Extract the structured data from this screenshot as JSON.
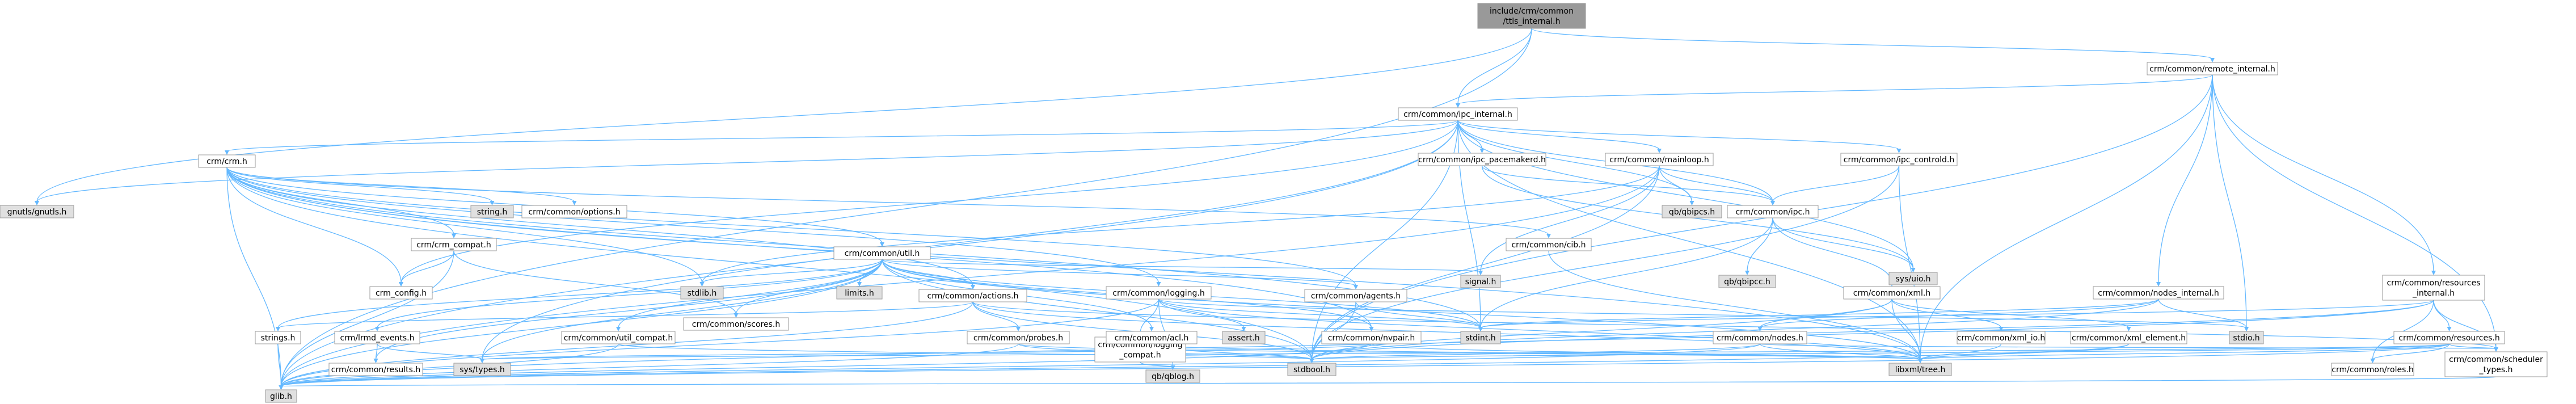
{
  "colors": {
    "background": "#ffffff",
    "edge": "#63b8ff",
    "node_fill": "#ffffff",
    "node_fill_system": "#e0e0e0",
    "node_fill_focus": "#999999",
    "node_border": "#999999",
    "node_border_incomplete": "#ff0000",
    "text": "#000000"
  },
  "nodes": [
    {
      "id": "root",
      "lines": [
        "include/crm/common",
        "/ttls_internal.h"
      ],
      "style": "focus"
    },
    {
      "id": "ipc_internal",
      "lines": [
        "crm/common/ipc_internal.h"
      ],
      "style": "normal"
    },
    {
      "id": "remote_internal",
      "lines": [
        "crm/common/remote_internal.h"
      ],
      "style": "normal"
    },
    {
      "id": "gnutls",
      "lines": [
        "gnutls/gnutls.h"
      ],
      "style": "system"
    },
    {
      "id": "crm_h",
      "lines": [
        "crm/crm.h"
      ],
      "style": "normal"
    },
    {
      "id": "ipc_pacemakerd",
      "lines": [
        "crm/common/ipc_pacemakerd.h"
      ],
      "style": "normal"
    },
    {
      "id": "mainloop",
      "lines": [
        "crm/common/mainloop.h"
      ],
      "style": "normal"
    },
    {
      "id": "ipc_controld",
      "lines": [
        "crm/common/ipc_controld.h"
      ],
      "style": "normal"
    },
    {
      "id": "qbipcs",
      "lines": [
        "qb/qbipcs.h"
      ],
      "style": "system"
    },
    {
      "id": "ipc_h",
      "lines": [
        "crm/common/ipc.h"
      ],
      "style": "normal"
    },
    {
      "id": "string_h",
      "lines": [
        "string.h"
      ],
      "style": "system"
    },
    {
      "id": "options",
      "lines": [
        "crm/common/options.h"
      ],
      "style": "normal"
    },
    {
      "id": "crm_compat",
      "lines": [
        "crm/crm_compat.h"
      ],
      "style": "normal"
    },
    {
      "id": "cib",
      "lines": [
        "crm/common/cib.h"
      ],
      "style": "normal"
    },
    {
      "id": "util_h",
      "lines": [
        "crm/common/util.h"
      ],
      "style": "normal"
    },
    {
      "id": "crm_config",
      "lines": [
        "crm_config.h"
      ],
      "style": "normal"
    },
    {
      "id": "stdlib",
      "lines": [
        "stdlib.h"
      ],
      "style": "system"
    },
    {
      "id": "scores",
      "lines": [
        "crm/common/scores.h"
      ],
      "style": "incomplete"
    },
    {
      "id": "limits",
      "lines": [
        "limits.h"
      ],
      "style": "system"
    },
    {
      "id": "actions",
      "lines": [
        "crm/common/actions.h"
      ],
      "style": "normal"
    },
    {
      "id": "logging",
      "lines": [
        "crm/common/logging.h"
      ],
      "style": "normal"
    },
    {
      "id": "agents",
      "lines": [
        "crm/common/agents.h"
      ],
      "style": "normal"
    },
    {
      "id": "signal",
      "lines": [
        "signal.h"
      ],
      "style": "system"
    },
    {
      "id": "qbipcc",
      "lines": [
        "qb/qbipcc.h"
      ],
      "style": "system"
    },
    {
      "id": "sysuio",
      "lines": [
        "sys/uio.h"
      ],
      "style": "system"
    },
    {
      "id": "xml_h",
      "lines": [
        "crm/common/xml.h"
      ],
      "style": "incomplete"
    },
    {
      "id": "nodes_internal",
      "lines": [
        "crm/common/nodes_internal.h"
      ],
      "style": "normal"
    },
    {
      "id": "resources_internal",
      "lines": [
        "crm/common/resources",
        "_internal.h"
      ],
      "style": "normal"
    },
    {
      "id": "strings_h",
      "lines": [
        "strings.h"
      ],
      "style": "normal"
    },
    {
      "id": "lrmd_events",
      "lines": [
        "crm/lrmd_events.h"
      ],
      "style": "normal"
    },
    {
      "id": "util_compat",
      "lines": [
        "crm/common/util_compat.h"
      ],
      "style": "normal"
    },
    {
      "id": "probes",
      "lines": [
        "crm/common/probes.h"
      ],
      "style": "normal"
    },
    {
      "id": "logging_compat",
      "lines": [
        "crm/common/logging",
        "_compat.h"
      ],
      "style": "normal"
    },
    {
      "id": "acl",
      "lines": [
        "crm/common/acl.h"
      ],
      "style": "normal"
    },
    {
      "id": "assert",
      "lines": [
        "assert.h"
      ],
      "style": "system"
    },
    {
      "id": "nvpair",
      "lines": [
        "crm/common/nvpair.h"
      ],
      "style": "incomplete"
    },
    {
      "id": "stdint",
      "lines": [
        "stdint.h"
      ],
      "style": "system"
    },
    {
      "id": "nodes_h",
      "lines": [
        "crm/common/nodes.h"
      ],
      "style": "normal"
    },
    {
      "id": "xml_io",
      "lines": [
        "crm/common/xml_io.h"
      ],
      "style": "normal"
    },
    {
      "id": "xml_element",
      "lines": [
        "crm/common/xml_element.h"
      ],
      "style": "incomplete"
    },
    {
      "id": "stdio",
      "lines": [
        "stdio.h"
      ],
      "style": "system"
    },
    {
      "id": "resources_h",
      "lines": [
        "crm/common/resources.h"
      ],
      "style": "normal"
    },
    {
      "id": "results",
      "lines": [
        "crm/common/results.h"
      ],
      "style": "incomplete"
    },
    {
      "id": "systypes",
      "lines": [
        "sys/types.h"
      ],
      "style": "system"
    },
    {
      "id": "qblog",
      "lines": [
        "qb/qblog.h"
      ],
      "style": "system"
    },
    {
      "id": "stdbool",
      "lines": [
        "stdbool.h"
      ],
      "style": "system"
    },
    {
      "id": "libxml_tree",
      "lines": [
        "libxml/tree.h"
      ],
      "style": "system"
    },
    {
      "id": "roles",
      "lines": [
        "crm/common/roles.h"
      ],
      "style": "normal"
    },
    {
      "id": "scheduler_types",
      "lines": [
        "crm/common/scheduler",
        "_types.h"
      ],
      "style": "normal"
    },
    {
      "id": "glib",
      "lines": [
        "glib.h"
      ],
      "style": "system"
    }
  ],
  "edges": [
    [
      "root",
      "ipc_internal"
    ],
    [
      "root",
      "remote_internal"
    ],
    [
      "root",
      "gnutls"
    ],
    [
      "root",
      "glib"
    ],
    [
      "ipc_internal",
      "crm_h"
    ],
    [
      "ipc_internal",
      "ipc_pacemakerd"
    ],
    [
      "ipc_internal",
      "mainloop"
    ],
    [
      "ipc_internal",
      "ipc_controld"
    ],
    [
      "ipc_internal",
      "qbipcs"
    ],
    [
      "ipc_internal",
      "ipc_h"
    ],
    [
      "ipc_internal",
      "sysuio"
    ],
    [
      "ipc_internal",
      "stdint"
    ],
    [
      "ipc_internal",
      "systypes"
    ],
    [
      "ipc_internal",
      "glib"
    ],
    [
      "ipc_internal",
      "crm_config"
    ],
    [
      "ipc_internal",
      "libxml_tree"
    ],
    [
      "ipc_internal",
      "stdbool"
    ],
    [
      "ipc_internal",
      "gnutls"
    ],
    [
      "remote_internal",
      "ipc_internal"
    ],
    [
      "remote_internal",
      "nodes_internal"
    ],
    [
      "remote_internal",
      "resources_internal"
    ],
    [
      "remote_internal",
      "stdio"
    ],
    [
      "remote_internal",
      "libxml_tree"
    ],
    [
      "remote_internal",
      "scheduler_types"
    ],
    [
      "remote_internal",
      "stdbool"
    ],
    [
      "crm_h",
      "crm_config"
    ],
    [
      "crm_h",
      "stdlib"
    ],
    [
      "crm_h",
      "glib"
    ],
    [
      "crm_h",
      "stdbool"
    ],
    [
      "crm_h",
      "string_h"
    ],
    [
      "crm_h",
      "libxml_tree"
    ],
    [
      "crm_h",
      "options"
    ],
    [
      "crm_h",
      "util_h"
    ],
    [
      "crm_h",
      "crm_compat"
    ],
    [
      "crm_h",
      "cib"
    ],
    [
      "crm_h",
      "logging"
    ],
    [
      "crm_h",
      "actions"
    ],
    [
      "crm_h",
      "agents"
    ],
    [
      "crm_h",
      "nvpair"
    ],
    [
      "crm_h",
      "stdint"
    ],
    [
      "crm_compat",
      "crm_config"
    ],
    [
      "crm_compat",
      "glib"
    ],
    [
      "crm_compat",
      "scores"
    ],
    [
      "util_h",
      "systypes"
    ],
    [
      "util_h",
      "stdlib"
    ],
    [
      "util_h",
      "stdbool"
    ],
    [
      "util_h",
      "stdint"
    ],
    [
      "util_h",
      "limits"
    ],
    [
      "util_h",
      "signal"
    ],
    [
      "util_h",
      "glib"
    ],
    [
      "util_h",
      "libxml_tree"
    ],
    [
      "util_h",
      "scores"
    ],
    [
      "util_h",
      "strings_h"
    ],
    [
      "util_h",
      "lrmd_events"
    ],
    [
      "util_h",
      "util_compat"
    ],
    [
      "util_h",
      "actions"
    ],
    [
      "util_h",
      "acl"
    ],
    [
      "util_h",
      "agents"
    ],
    [
      "util_h",
      "results"
    ],
    [
      "util_h",
      "nvpair"
    ],
    [
      "actions",
      "stdbool"
    ],
    [
      "actions",
      "strings_h"
    ],
    [
      "actions",
      "glib"
    ],
    [
      "actions",
      "libxml_tree"
    ],
    [
      "actions",
      "probes"
    ],
    [
      "actions",
      "scheduler_types"
    ],
    [
      "logging",
      "stdio"
    ],
    [
      "logging",
      "stdint"
    ],
    [
      "logging",
      "glib"
    ],
    [
      "logging",
      "qblog"
    ],
    [
      "logging",
      "libxml_tree"
    ],
    [
      "logging",
      "logging_compat"
    ],
    [
      "logging",
      "assert"
    ],
    [
      "agents",
      "stdint"
    ],
    [
      "agents",
      "stdbool"
    ],
    [
      "strings_h",
      "glib"
    ],
    [
      "lrmd_events",
      "systypes"
    ],
    [
      "lrmd_events",
      "results"
    ],
    [
      "util_compat",
      "glib"
    ],
    [
      "util_compat",
      "stdbool"
    ],
    [
      "probes",
      "stdbool"
    ],
    [
      "probes",
      "glib"
    ],
    [
      "probes",
      "libxml_tree"
    ],
    [
      "logging_compat",
      "qblog"
    ],
    [
      "acl",
      "stdbool"
    ],
    [
      "acl",
      "libxml_tree"
    ],
    [
      "nvpair",
      "systypes"
    ],
    [
      "nvpair",
      "glib"
    ],
    [
      "nvpair",
      "libxml_tree"
    ],
    [
      "cib",
      "libxml_tree"
    ],
    [
      "ipc_pacemakerd",
      "ipc_h"
    ],
    [
      "ipc_pacemakerd",
      "sysuio"
    ],
    [
      "mainloop",
      "signal"
    ],
    [
      "mainloop",
      "stdbool"
    ],
    [
      "mainloop",
      "ipc_h"
    ],
    [
      "mainloop",
      "glib"
    ],
    [
      "mainloop",
      "qbipcs"
    ],
    [
      "mainloop",
      "stdlib"
    ],
    [
      "ipc_controld",
      "ipc_h"
    ],
    [
      "ipc_controld",
      "stdbool"
    ],
    [
      "ipc_controld",
      "libxml_tree"
    ],
    [
      "ipc_h",
      "sysuio"
    ],
    [
      "ipc_h",
      "qbipcc"
    ],
    [
      "ipc_h",
      "stdint"
    ],
    [
      "ipc_h",
      "xml_h"
    ],
    [
      "xml_h",
      "libxml_tree"
    ],
    [
      "xml_h",
      "xml_io"
    ],
    [
      "xml_h",
      "xml_element"
    ],
    [
      "xml_h",
      "stdbool"
    ],
    [
      "xml_h",
      "nodes_h"
    ],
    [
      "xml_io",
      "libxml_tree"
    ],
    [
      "xml_element",
      "libxml_tree"
    ],
    [
      "xml_element",
      "glib"
    ],
    [
      "nodes_internal",
      "nodes_h"
    ],
    [
      "nodes_internal",
      "stdio"
    ],
    [
      "nodes_internal",
      "stdint"
    ],
    [
      "nodes_internal",
      "stdbool"
    ],
    [
      "nodes_h",
      "stdbool"
    ],
    [
      "nodes_h",
      "glib"
    ],
    [
      "nodes_h",
      "libxml_tree"
    ],
    [
      "nodes_h",
      "scheduler_types"
    ],
    [
      "resources_internal",
      "stdint"
    ],
    [
      "resources_internal",
      "resources_h"
    ],
    [
      "resources_internal",
      "roles"
    ],
    [
      "resources_internal",
      "scheduler_types"
    ],
    [
      "resources_internal",
      "glib"
    ],
    [
      "resources_internal",
      "stdbool"
    ],
    [
      "resources_h",
      "stdbool"
    ],
    [
      "resources_h",
      "systypes"
    ],
    [
      "resources_h",
      "glib"
    ],
    [
      "resources_h",
      "libxml_tree"
    ],
    [
      "resources_h",
      "roles"
    ],
    [
      "resources_h",
      "scheduler_types"
    ],
    [
      "scheduler_types",
      "glib"
    ]
  ]
}
